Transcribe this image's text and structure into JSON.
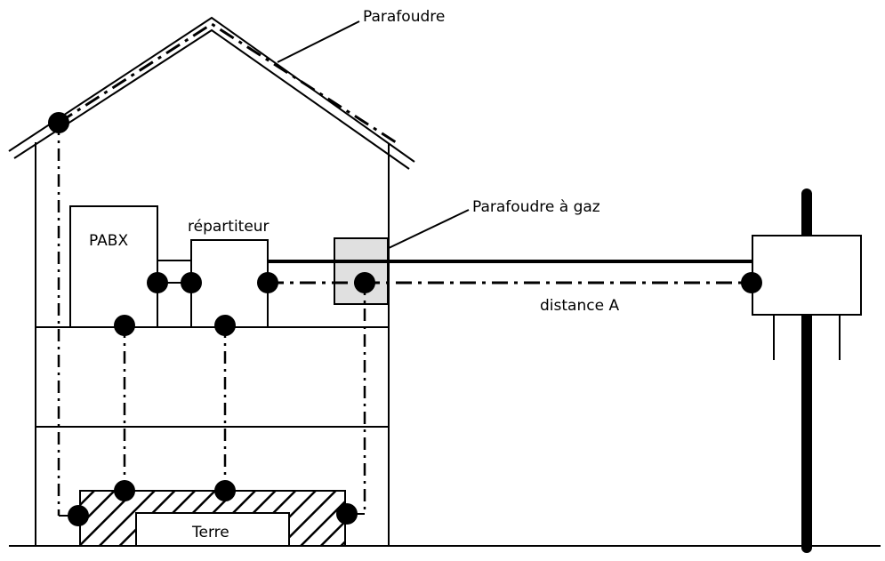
{
  "labels": {
    "parafoudre": "Parafoudre",
    "parafoudre_gaz": "Parafoudre à gaz",
    "pabx": "PABX",
    "repartiteur": "répartiteur",
    "distance": "distance A",
    "terre": "Terre"
  },
  "colors": {
    "line": "#000000",
    "gas_arrester_fill": "#e0e0e0",
    "background": "#ffffff"
  }
}
